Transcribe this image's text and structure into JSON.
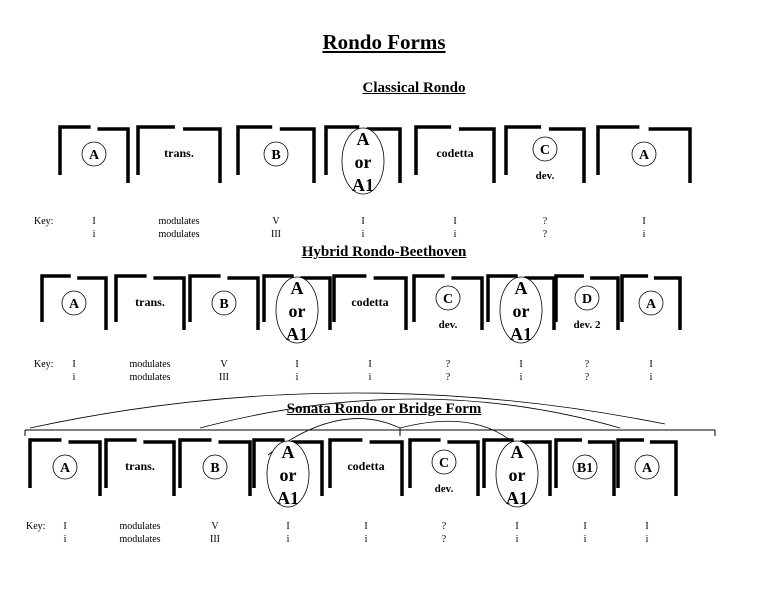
{
  "title": "Rondo Forms",
  "key_label": "Key:",
  "sections": [
    {
      "id": "classical",
      "heading": "Classical Rondo",
      "blocks": [
        {
          "label": "A",
          "style": "circle",
          "key_major": "I",
          "key_minor": "i"
        },
        {
          "label": "trans.",
          "style": "text",
          "key_major": "modulates",
          "key_minor": "modulates"
        },
        {
          "label": "B",
          "style": "circle",
          "key_major": "V",
          "key_minor": "III"
        },
        {
          "label": "A or A1",
          "style": "oval",
          "key_major": "I",
          "key_minor": "i"
        },
        {
          "label": "codetta",
          "style": "text",
          "key_major": "I",
          "key_minor": "i"
        },
        {
          "label": "C",
          "style": "circle",
          "sub": "dev.",
          "key_major": "?",
          "key_minor": "?"
        },
        {
          "label": "A",
          "style": "circle",
          "key_major": "I",
          "key_minor": "i"
        }
      ]
    },
    {
      "id": "hybrid",
      "heading": "Hybrid Rondo-Beethoven",
      "blocks": [
        {
          "label": "A",
          "style": "circle",
          "key_major": "I",
          "key_minor": "i"
        },
        {
          "label": "trans.",
          "style": "text",
          "key_major": "modulates",
          "key_minor": "modulates"
        },
        {
          "label": "B",
          "style": "circle",
          "key_major": "V",
          "key_minor": "III"
        },
        {
          "label": "A or A1",
          "style": "oval",
          "key_major": "I",
          "key_minor": "i"
        },
        {
          "label": "codetta",
          "style": "text",
          "key_major": "I",
          "key_minor": "i"
        },
        {
          "label": "C",
          "style": "circle",
          "sub": "dev.",
          "key_major": "?",
          "key_minor": "?"
        },
        {
          "label": "A or A1",
          "style": "oval",
          "key_major": "I",
          "key_minor": "i"
        },
        {
          "label": "D",
          "style": "circle",
          "sub": "dev. 2",
          "key_major": "?",
          "key_minor": "?"
        },
        {
          "label": "A",
          "style": "circle",
          "key_major": "I",
          "key_minor": "i"
        }
      ]
    },
    {
      "id": "sonata",
      "heading": "Sonata Rondo or Bridge Form",
      "blocks": [
        {
          "label": "A",
          "style": "circle",
          "key_major": "I",
          "key_minor": "i"
        },
        {
          "label": "trans.",
          "style": "text",
          "key_major": "modulates",
          "key_minor": "modulates"
        },
        {
          "label": "B",
          "style": "circle",
          "key_major": "V",
          "key_minor": "III"
        },
        {
          "label": "A or A1",
          "style": "oval",
          "key_major": "I",
          "key_minor": "i"
        },
        {
          "label": "codetta",
          "style": "text",
          "key_major": "I",
          "key_minor": "i"
        },
        {
          "label": "C",
          "style": "circle",
          "sub": "dev.",
          "key_major": "?",
          "key_minor": "?"
        },
        {
          "label": "A or A1",
          "style": "oval",
          "key_major": "I",
          "key_minor": "i"
        },
        {
          "label": "B1",
          "style": "circle",
          "key_major": "I",
          "key_minor": "i"
        },
        {
          "label": "A",
          "style": "circle",
          "key_major": "I",
          "key_minor": "i"
        }
      ]
    }
  ]
}
